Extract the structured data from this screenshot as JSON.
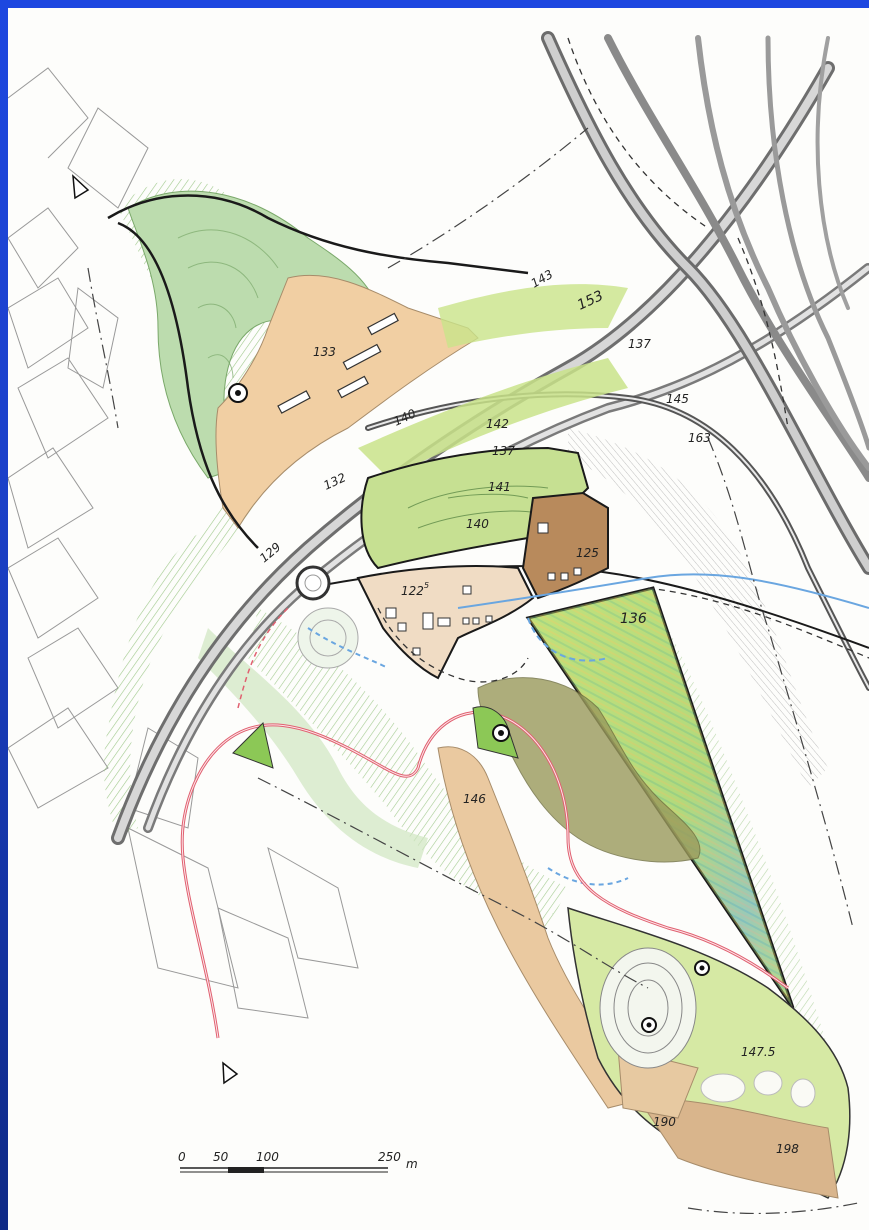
{
  "map": {
    "labels": {
      "l133": "133",
      "l140a": "140",
      "l142": "142",
      "l132": "132",
      "l129": "129",
      "l143": "143",
      "l153": "153",
      "l137a": "137",
      "l145": "145",
      "l163": "163",
      "l137b": "137",
      "l141": "141",
      "l140b": "140",
      "l125": "125",
      "l122": "122",
      "l122sup": "5",
      "l136": "136",
      "l146": "146",
      "l1475": "147.5",
      "l190": "190",
      "l198": "198"
    },
    "scale_bar": {
      "t0": "0",
      "t50": "50",
      "t100": "100",
      "t250": "250",
      "unit": "m"
    },
    "colors": {
      "frame": "#1d47e0",
      "vegetation": "#9fc68a",
      "light_green": "#c9e38a",
      "sand": "#f1cfa3",
      "brown": "#b88a5c",
      "road": "#555555",
      "red_path": "#e06070",
      "water": "#6aa6e0"
    }
  }
}
